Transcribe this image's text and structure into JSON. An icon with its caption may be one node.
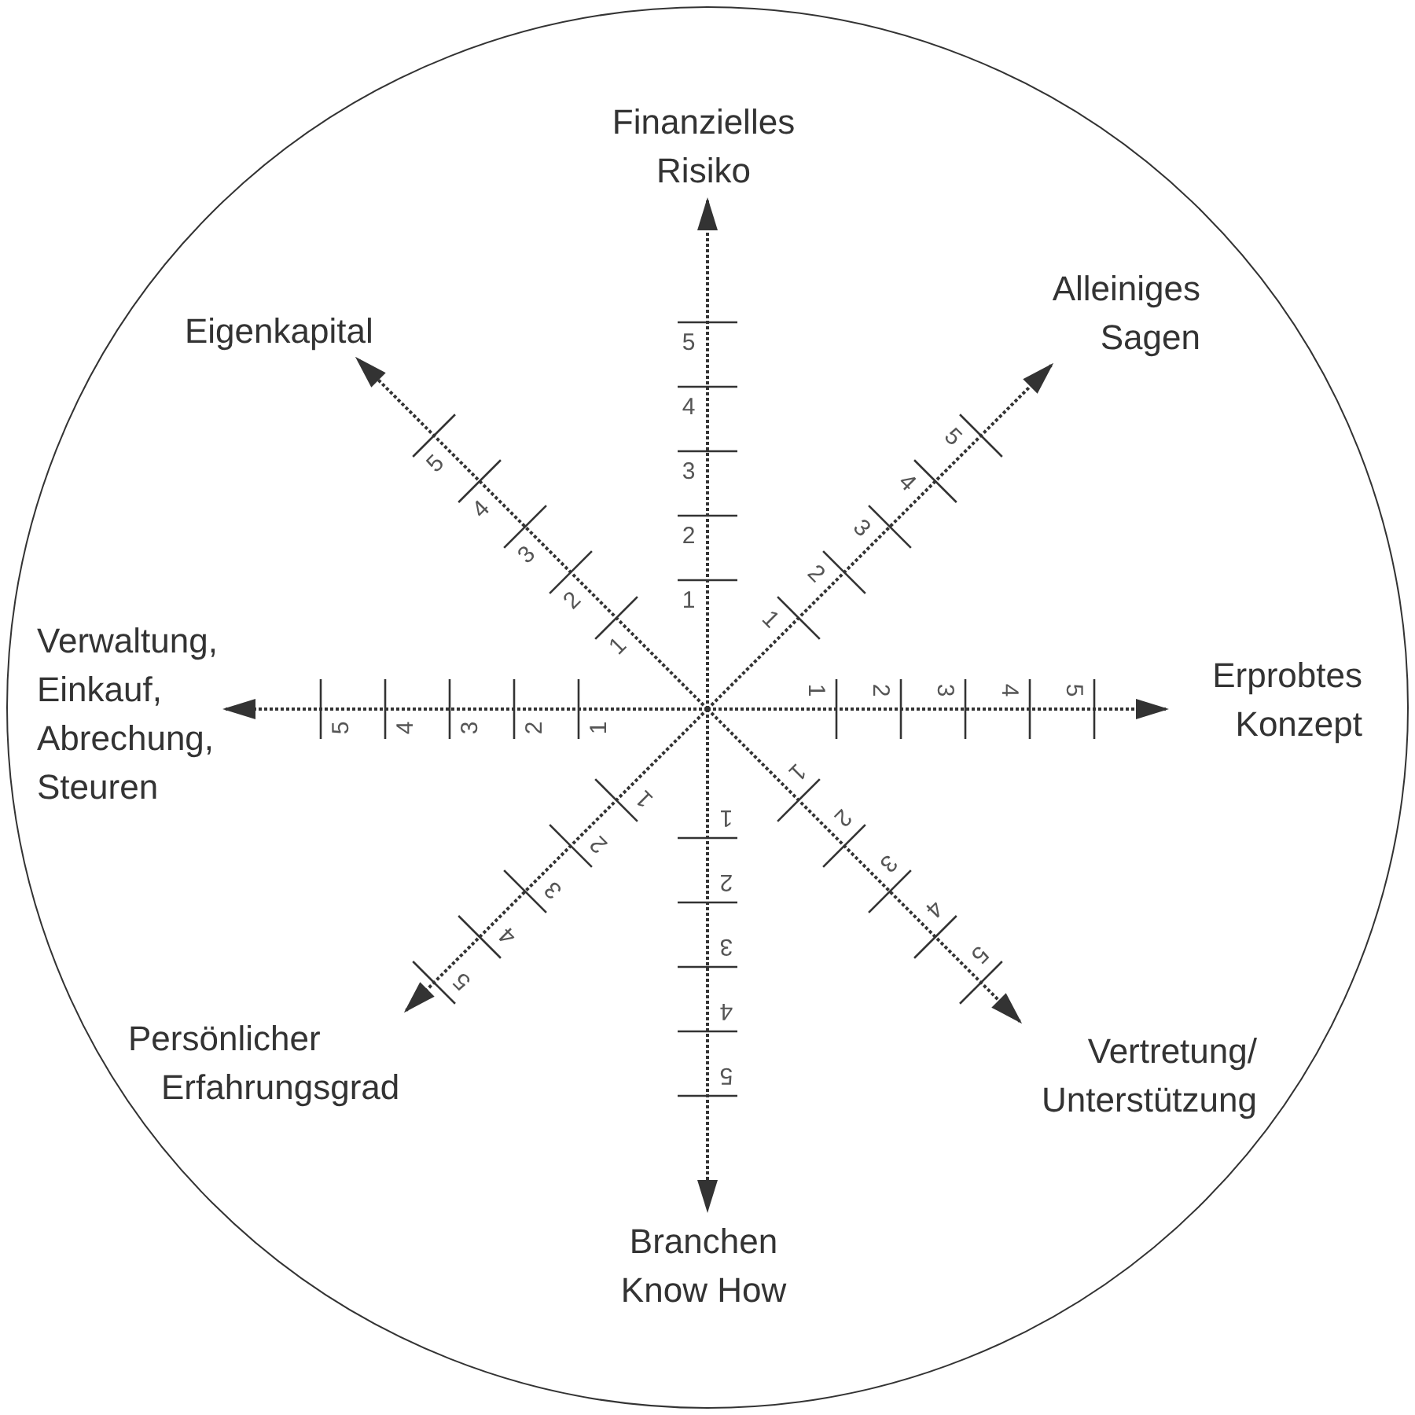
{
  "diagram": {
    "nodes": [
      {
        "text": [],
        "shape": "circle"
      },
      {
        "text": [
          "Finanzielles Risiko"
        ],
        "in": 0
      },
      {
        "text": [
          "Alleiniges Sagen"
        ],
        "in": 0
      },
      {
        "text": [
          "Eigenkapital"
        ],
        "in": 0
      },
      {
        "text": [
          "Verwaltung, Einkauf, Abrechung, Steuren"
        ],
        "in": 0
      },
      {
        "text": [
          "Erprobtes Konzept"
        ],
        "in": 0
      },
      {
        "text": [
          "Persönlicher Erfahrungsgrad"
        ],
        "in": 0
      },
      {
        "text": [
          "Vertretung/ Unterstützung"
        ],
        "in": 0
      },
      {
        "text": [
          "Branchen Know How"
        ],
        "in": 0
      }
    ],
    "edges": [
      {
        "from": null,
        "to": 1,
        "arrow": "to",
        "style": "dashed"
      },
      {
        "from": null,
        "to": 2,
        "arrow": "to",
        "style": "dashed"
      },
      {
        "from": null,
        "to": 3,
        "arrow": "to",
        "style": "dashed"
      },
      {
        "from": null,
        "to": 4,
        "arrow": "to",
        "style": "dashed"
      },
      {
        "from": null,
        "to": 5,
        "arrow": "to",
        "style": "dashed"
      },
      {
        "from": null,
        "to": 6,
        "arrow": "to",
        "style": "dashed"
      },
      {
        "from": null,
        "to": 7,
        "arrow": "to",
        "style": "dashed"
      },
      {
        "from": null,
        "to": 8,
        "arrow": "to",
        "style": "dashed"
      }
    ],
    "labels": [
      "1",
      "2",
      "3",
      "4",
      "5",
      "1",
      "2",
      "3",
      "4",
      "5",
      "1",
      "2",
      "3",
      "4",
      "5",
      "1",
      "2",
      "3",
      "4",
      "5",
      "1",
      "2",
      "3",
      "4",
      "5",
      "1",
      "2",
      "3",
      "4",
      "5",
      "1",
      "2",
      "3",
      "4",
      "5",
      "1",
      "2",
      "3",
      "4",
      "5"
    ]
  }
}
